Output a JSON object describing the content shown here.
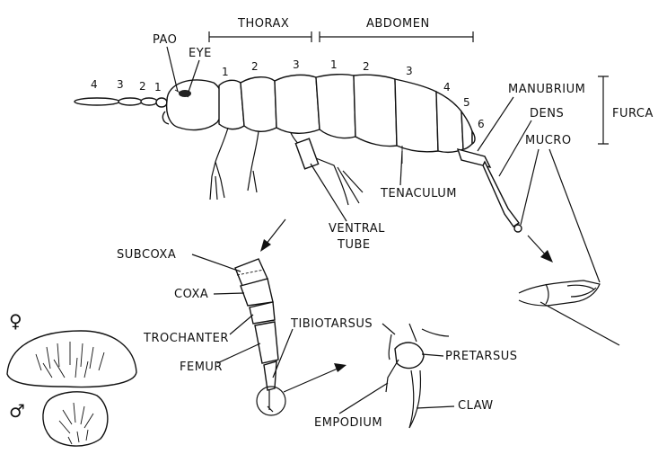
{
  "regions": {
    "thorax": "THORAX",
    "abdomen": "ABDOMEN",
    "furca": "FURCA"
  },
  "head": {
    "pao": "PAO",
    "eye": "EYE"
  },
  "antenna_segments": [
    "4",
    "3",
    "2",
    "1"
  ],
  "thorax_segments": [
    "1",
    "2",
    "3"
  ],
  "abdomen_segments": [
    "1",
    "2",
    "3",
    "4",
    "5",
    "6"
  ],
  "furca_parts": {
    "manubrium": "MANUBRIUM",
    "dens": "DENS",
    "mucro": "MUCRO"
  },
  "ventral": {
    "tenaculum": "TENACULUM",
    "ventral_tube_line1": "VENTRAL",
    "ventral_tube_line2": "TUBE"
  },
  "leg_parts": {
    "subcoxa": "SUBCOXA",
    "coxa": "COXA",
    "trochanter": "TROCHANTER",
    "femur": "FEMUR",
    "tibiotarsus": "TIBIOTARSUS"
  },
  "foot_parts": {
    "pretarsus": "PRETARSUS",
    "empodium": "EMPODIUM",
    "claw": "CLAW"
  },
  "sex_symbols": {
    "female": "♀",
    "male": "♂"
  }
}
